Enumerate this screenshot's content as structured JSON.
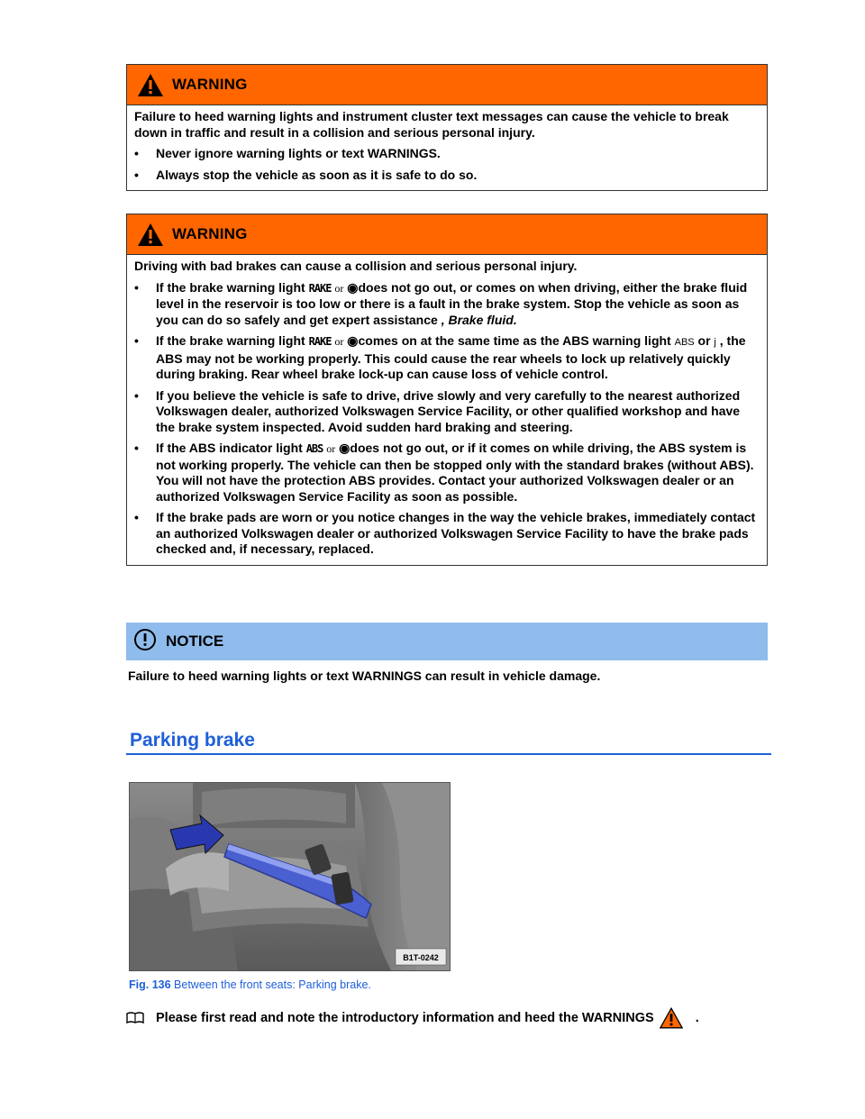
{
  "warning1": {
    "title": "WARNING",
    "intro": "Failure to heed warning lights and instrument cluster text messages can cause the vehicle to break down in traffic and result in a collision and serious personal injury.",
    "bullets": [
      "Never ignore warning lights or text WARNINGS.",
      "Always stop the vehicle as soon as it is safe to do so."
    ]
  },
  "warning2": {
    "title": "WARNING",
    "intro": "Driving with bad brakes can cause a collision and serious personal injury.",
    "b1_pre": "If the brake warning light",
    "b1_sym": "RAKE",
    "b1_or": "or",
    "b1_rest": "does not go out, or comes on when driving, either the brake fluid level in the reservoir is too low or there is a fault in the brake system. Stop the vehicle as soon as you can do so safely and get expert assistance",
    "b1_ref": ", Brake fluid.",
    "b2_pre": "If the brake warning light",
    "b2_sym": "RAKE",
    "b2_or": "or",
    "b2_rest": "comes on at the same time as the ABS warning light",
    "b2_abs": "ABS",
    "b2_or2": "or",
    "b2_j": "j",
    "b2_tail": ", the ABS may not be working properly. This could cause the rear wheels to lock up relatively quickly during braking. Rear wheel brake lock-up can cause loss of vehicle control.",
    "b3": "If you believe the vehicle is safe to drive, drive slowly and very carefully to the nearest authorized Volkswagen dealer, authorized Volkswagen Service Facility, or other qualified workshop and have the brake system inspected. Avoid sudden hard braking and steering.",
    "b4_pre": "If the ABS indicator light",
    "b4_sym": "ABS",
    "b4_or": "or",
    "b4_rest": "does not go out, or if it comes on while driving, the ABS system is not working properly. The vehicle can then be stopped only with the standard brakes (without ABS). You will not have the protection ABS provides. Contact your authorized Volkswagen dealer or an authorized Volkswagen Service Facility as soon as possible.",
    "b5": "If the brake pads are worn or you notice changes in the way the vehicle brakes, immediately contact an authorized Volkswagen dealer or authorized Volkswagen Service Facility to have the brake pads checked and, if necessary, replaced."
  },
  "notice": {
    "title": "NOTICE",
    "text": "Failure to heed warning lights or text WARNINGS can result in vehicle damage."
  },
  "section": {
    "title": "Parking brake"
  },
  "figure": {
    "code": "B1T-0242",
    "caption_label": "Fig. 136",
    "caption_text": "Between the front seats: Parking brake."
  },
  "read_first": {
    "text": "Please first read and note the introductory information and heed the WARNINGS",
    "end": "."
  },
  "colors": {
    "warning_header": "#ff6600",
    "notice_header": "#8fbcec",
    "heading_blue": "#1e5fd8"
  },
  "icons": [
    "warning-triangle-icon",
    "notice-exclamation-icon",
    "book-icon",
    "brake-lever-arrow-icon"
  ]
}
